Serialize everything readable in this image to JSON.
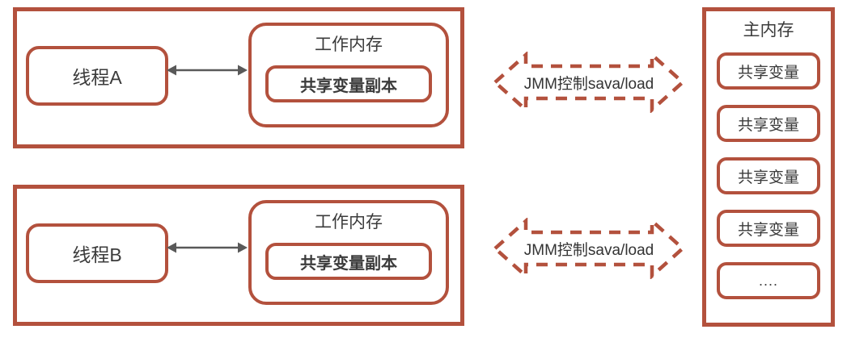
{
  "colors": {
    "accent": "#b3513d",
    "text": "#3b3b3b",
    "arrow": "#595959"
  },
  "groups": [
    {
      "thread_label": "线程A",
      "working_memory_title": "工作内存",
      "copy_label": "共享变量副本",
      "jmm_label": "JMM控制sava/load"
    },
    {
      "thread_label": "线程B",
      "working_memory_title": "工作内存",
      "copy_label": "共享变量副本",
      "jmm_label": "JMM控制sava/load"
    }
  ],
  "main_memory": {
    "title": "主内存",
    "items": [
      "共享变量",
      "共享变量",
      "共享变量",
      "共享变量",
      "...."
    ]
  }
}
